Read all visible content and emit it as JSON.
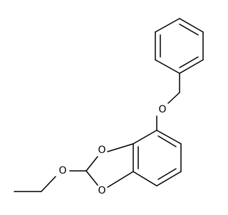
{
  "molecule": {
    "atoms": [
      {
        "id": "O_benzyl",
        "label": "O"
      },
      {
        "id": "O_ring_top",
        "label": "O"
      },
      {
        "id": "O_ring_bottom",
        "label": "O"
      },
      {
        "id": "O_ethoxy",
        "label": "O"
      }
    ],
    "colors": {
      "bond": "#000000",
      "label": "#000000",
      "background": "#ffffff"
    }
  }
}
